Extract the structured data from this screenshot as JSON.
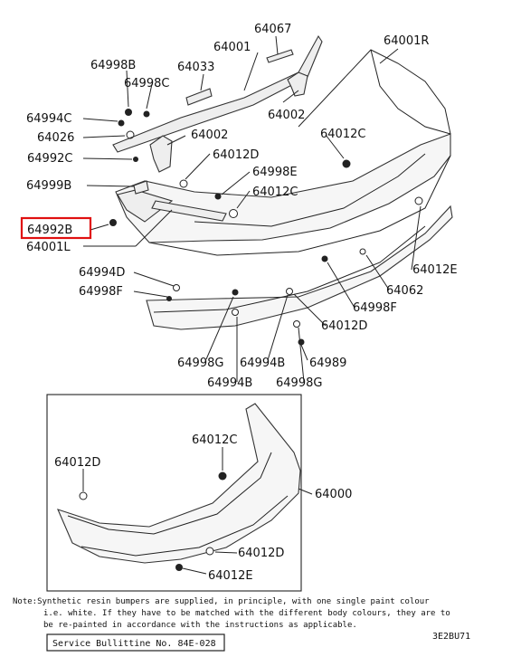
{
  "labels": {
    "l64067": "64067",
    "l64001": "64001",
    "l64001R": "64001R",
    "l64998B": "64998B",
    "l64033": "64033",
    "l64998C": "64998C",
    "l64994C": "64994C",
    "l64026": "64026",
    "l64002a": "64002",
    "l64002b": "64002",
    "l64012Ca": "64012C",
    "l64992C": "64992C",
    "l64012Da": "64012D",
    "l64998E": "64998E",
    "l64999B": "64999B",
    "l64012Cb": "64012C",
    "l64992B": "64992B",
    "l64001L": "64001L",
    "l64012Ea": "64012E",
    "l64994D": "64994D",
    "l64062": "64062",
    "l64998F_left": "64998F",
    "l64998F_right": "64998F",
    "l64012Db": "64012D",
    "l64998G_a": "64998G",
    "l64994B_a": "64994B",
    "l64989": "64989",
    "l64994B_b": "64994B",
    "l64998G_b": "64998G",
    "l64012Cc": "64012C",
    "l64012Dc": "64012D",
    "l64000": "64000",
    "l64012Dd": "64012D",
    "l64012Eb": "64012E"
  },
  "highlight_color": "#e01010",
  "note_lines": [
    "Note:Synthetic resin bumpers are supplied, in principle, with one single paint colour",
    "i.e. white. If they have to be matched with the different body colours, they are to",
    "be re-painted in accordance with the instructions as applicable."
  ],
  "bulletin": "Service Bullittine No. 84E-028",
  "ref_code": "3E2BU71"
}
